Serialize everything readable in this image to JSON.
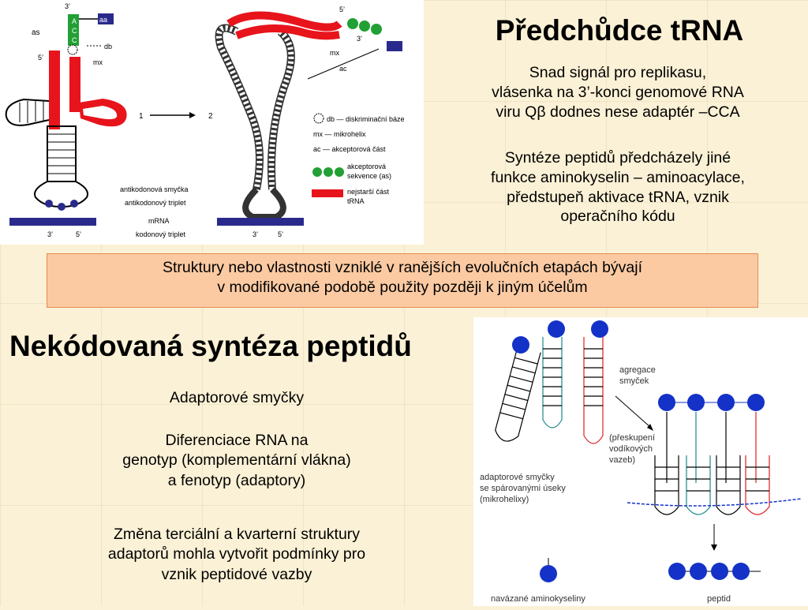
{
  "slide": {
    "title_trna": "Předchůdce tRNA",
    "replicase_lines": [
      "Snad signál pro replikasu,",
      "vlásenka na 3’-konci genomové RNA",
      "viru Qβ dodnes nese adaptér –CCA"
    ],
    "synthesis_lines": [
      "Syntéze peptidů předcházely jiné",
      "funkce aminokyselin – aminoacylace,",
      "předstupeň aktivace tRNA, vznik",
      "operačního kódu"
    ],
    "highlight_lines": [
      "Struktury nebo vlastnosti vzniklé v ranějších evolučních etapách bývají",
      "v modifikované podobě použity později k jiným účelům"
    ],
    "title_nekod": "Nekódovaná syntéza peptidů",
    "adaptor_loops": "Adaptorové smyčky",
    "diff_lines": [
      "Diferenciace RNA na",
      "genotyp (komplementární vlákna)",
      "a fenotyp (adaptory)"
    ],
    "change_lines": [
      "Změna terciální a kvarterní struktury",
      "adaptorů mohla vytvořit podmínky pro",
      "vznik peptidové vazby"
    ]
  },
  "trna_figure": {
    "end3_top": "3’",
    "end5_top": "5’",
    "end3_right": "3’",
    "end5_right": "5’",
    "label_as": "as",
    "label_db": "db",
    "label_mx": "mx",
    "label_ac": "ac",
    "label_aa": "aa",
    "base_a": "A",
    "base_c1": "C",
    "base_c2": "C",
    "step1": "1",
    "step2": "2",
    "anticodon_loop": "antikodonová smyčka",
    "anticodon_triplet": "antikodonový triplet",
    "mrna": "mRNA",
    "codon_triplet": "kodonový triplet",
    "mrna_3": "3’",
    "mrna_5": "5’",
    "legend_db": "db — diskriminační báze",
    "legend_mx": "mx — mikrohelix",
    "legend_ac": "ac — akceptorová část",
    "legend_as_1": "akceptorová",
    "legend_as_2": "sekvence (as)",
    "legend_old_1": "nejstarší část",
    "legend_old_2": "tRNA",
    "colors": {
      "red": "#e8141c",
      "green": "#22a035",
      "navy": "#2a2a8c"
    }
  },
  "agg_figure": {
    "aggregation_1": "agregace",
    "aggregation_2": "smyček",
    "regroup_1": "(přeskupení",
    "regroup_2": "vodíkových",
    "regroup_3": "vazeb)",
    "adaptor_1": "adaptorové smyčky",
    "adaptor_2": "se  spárovanými  úseky",
    "adaptor_3": "(mikrohelixy)",
    "bound_aa": "navázané aminokyseliny",
    "peptide": "peptid",
    "colors": {
      "blue": "#1432c8",
      "teal": "#1a8a88",
      "red": "#e02020"
    }
  }
}
